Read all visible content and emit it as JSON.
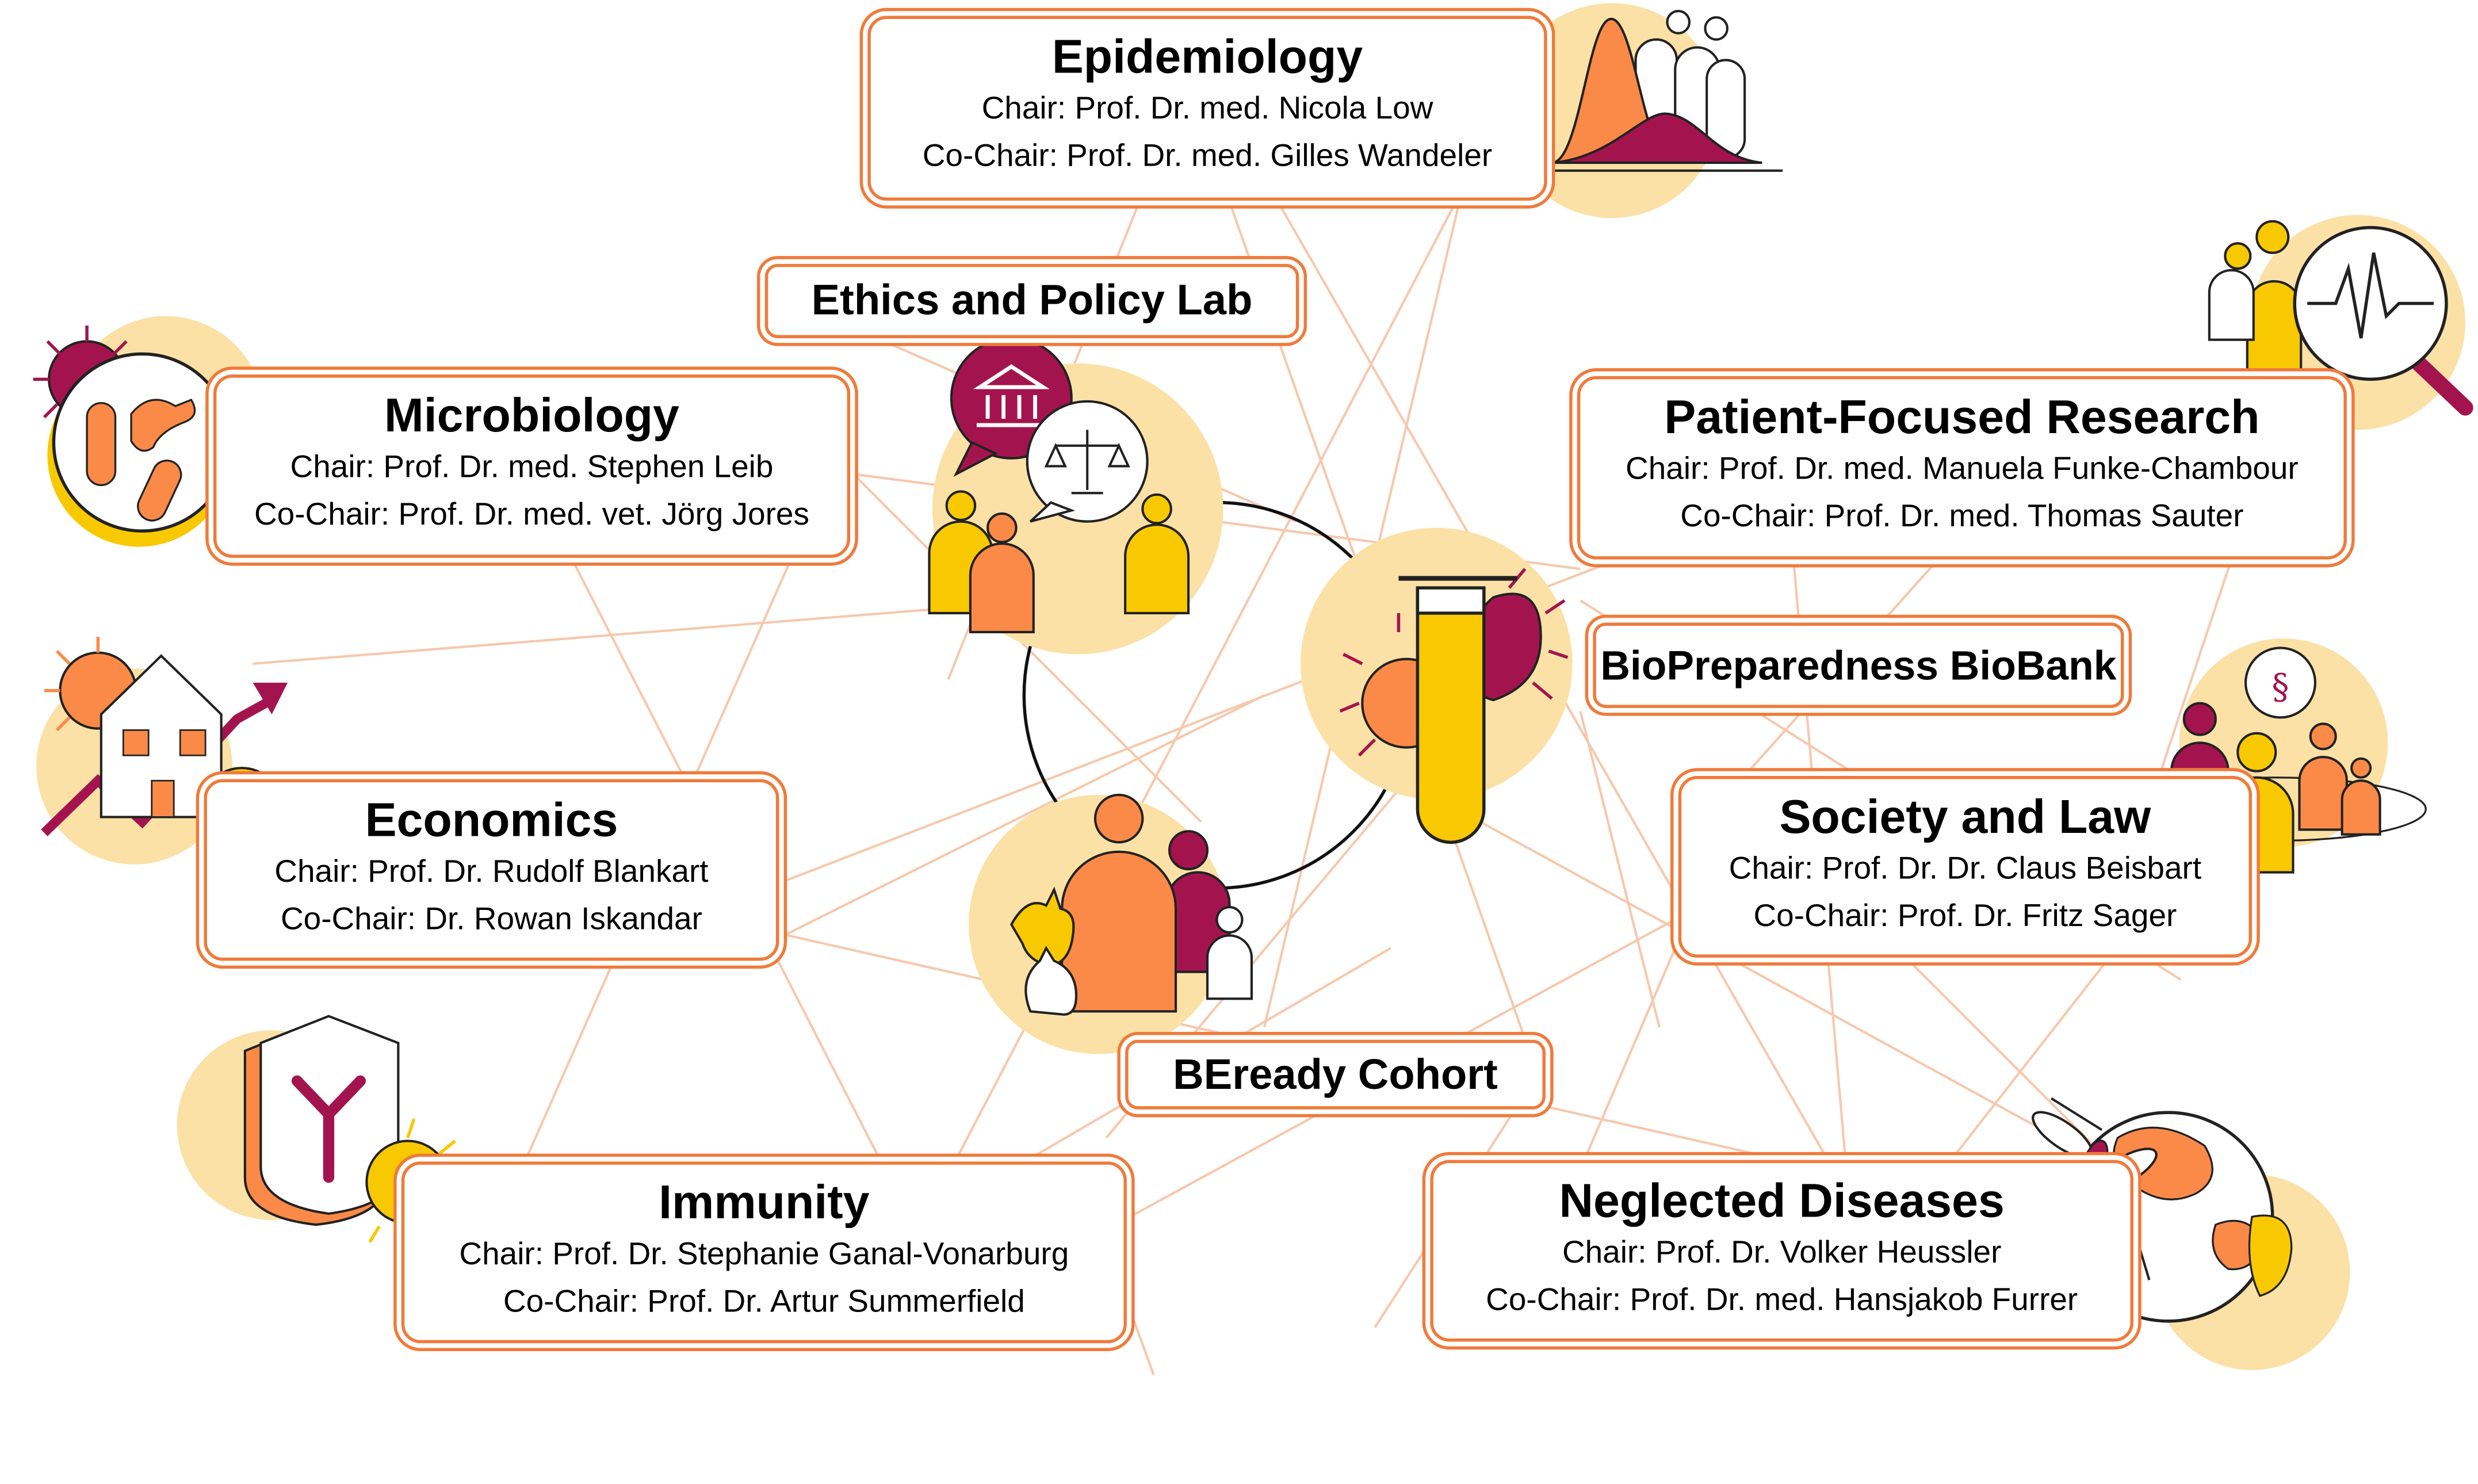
{
  "groups": [
    {
      "id": "epidemiology",
      "title": "Epidemiology",
      "lines": [
        "Chair: Prof. Dr. med. Nicola Low",
        "Co-Chair: Prof. Dr. med. Gilles Wandeler"
      ]
    },
    {
      "id": "microbiology",
      "title": "Microbiology",
      "lines": [
        "Chair: Prof. Dr. med. Stephen Leib",
        "Co-Chair: Prof. Dr. med. vet. Jörg Jores"
      ]
    },
    {
      "id": "patient",
      "title": "Patient-Focused Research",
      "lines": [
        "Chair: Prof. Dr. med. Manuela Funke-Chambour",
        "Co-Chair: Prof. Dr. med. Thomas Sauter"
      ]
    },
    {
      "id": "economics",
      "title": "Economics",
      "lines": [
        "Chair: Prof. Dr. Rudolf Blankart",
        "Co-Chair: Dr. Rowan Iskandar"
      ]
    },
    {
      "id": "society",
      "title": "Society and Law",
      "lines": [
        "Chair: Prof. Dr. Dr. Claus Beisbart",
        "Co-Chair: Prof. Dr. Fritz Sager"
      ]
    },
    {
      "id": "immunity",
      "title": "Immunity",
      "lines": [
        "Chair: Prof. Dr. Stephanie Ganal-Vonarburg",
        "Co-Chair: Prof. Dr. Artur Summerfield"
      ]
    },
    {
      "id": "neglected",
      "title": "Neglected Diseases",
      "lines": [
        "Chair: Prof. Dr. Volker Heussler",
        "Co-Chair: Prof. Dr. med. Hansjakob Furrer"
      ]
    }
  ],
  "hubs": {
    "ethics": "Ethics and Policy Lab",
    "biobank": "BioPreparedness BioBank",
    "cohort": "BEready Cohort"
  },
  "colors": {
    "orange": "#f07a3a",
    "orange_fill": "#fb8a48",
    "yellow": "#f8c900",
    "pale_yellow": "#fbe1a6",
    "magenta": "#a3144e",
    "network_line": "#f6c8ad"
  }
}
